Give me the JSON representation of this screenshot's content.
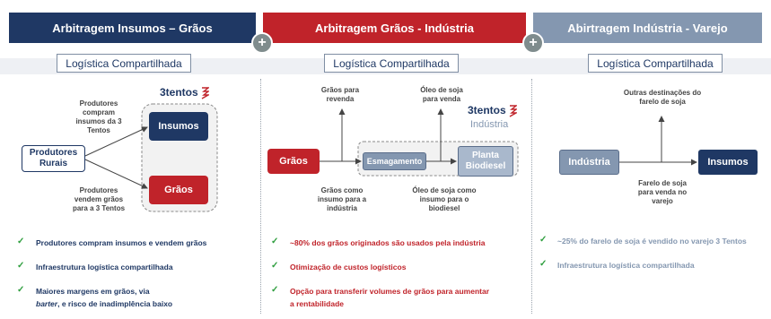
{
  "columns": [
    {
      "title": "Arbitragem Insumos – Grãos",
      "color": "#1f3864",
      "pill": "Logística Compartilhada"
    },
    {
      "title": "Arbitragem Grãos - Indústria",
      "color": "#c0232a",
      "pill": "Logística Compartilhada"
    },
    {
      "title": "Abirtragem Indústria - Varejo",
      "color": "#8497b0",
      "pill": "Logística Compartilhada"
    }
  ],
  "plus_symbol": "+",
  "check_symbol": "✓",
  "logo": {
    "brand": "3tentos",
    "sub": "Indústria"
  },
  "col1": {
    "produtores_box": "Produtores Rurais",
    "insumos_box": "Insumos",
    "graos_box": "Grãos",
    "label_top": "Produtores compram insumos da 3 Tentos",
    "label_bottom": "Produtores vendem grãos para a 3 Tentos",
    "bullets": [
      "Produtores compram insumos e vendem grãos",
      "Infraestrutura logística compartilhada"
    ],
    "bullet3_line1": "Maiores margens em grãos, via",
    "bullet3_italic": "barter",
    "bullet3_rest": ", e risco de inadimplência baixo"
  },
  "col2": {
    "graos_box": "Grãos",
    "esmagamento_box": "Esmagamento",
    "planta_box": "Planta Biodiesel",
    "label_graos_revenda": "Grãos para revenda",
    "label_oleo_venda": "Óleo de soja para venda",
    "label_graos_insumo": "Grãos como insumo para a indústria",
    "label_oleo_insumo": "Óleo de soja como insumo para o biodiesel",
    "bullets": [
      "~80% dos grãos originados são usados pela indústria",
      "Otimização de custos logísticos"
    ],
    "bullet3_line1": "Opção para transferir volumes de grãos para aumentar",
    "bullet3_line2": "a rentabilidade"
  },
  "col3": {
    "industria_box": "Indústria",
    "insumos_box": "Insumos",
    "label_outras": "Outras destinações do farelo de soja",
    "label_farelo": "Farelo de soja para venda no varejo",
    "bullets": [
      "~25% do farelo de soja é vendido no varejo 3 Tentos",
      "Infraestrutura logística compartilhada"
    ]
  },
  "colors": {
    "navy": "#1f3864",
    "red": "#c0232a",
    "slate": "#8497b0",
    "check_green": "#2e9e3e"
  }
}
